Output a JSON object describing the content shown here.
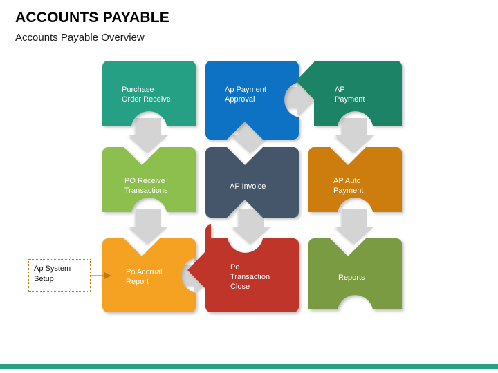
{
  "slide": {
    "title": "ACCOUNTS PAYABLE",
    "subtitle": "Accounts Payable Overview",
    "accent_color": "#2aa082",
    "background": "#ffffff"
  },
  "callout": {
    "label": "Ap System\nSetup",
    "border_color": "#c07a17",
    "arrow_color": "#c07a17"
  },
  "connector_color": "#d4d4d4",
  "diagram": {
    "type": "process-flow",
    "rows": 3,
    "columns": 3,
    "nodes": [
      {
        "id": "purchase-order-receive",
        "label": "Purchase\nOrder Receive",
        "color": "#25a084",
        "row": 1,
        "col": 1
      },
      {
        "id": "ap-payment-approval",
        "label": "Ap Payment\nApproval",
        "color": "#0b72c4",
        "row": 1,
        "col": 2
      },
      {
        "id": "ap-payment",
        "label": "AP\nPayment",
        "color": "#1a8366",
        "row": 1,
        "col": 3
      },
      {
        "id": "po-receive-transactions",
        "label": "PO Receive\nTransactions",
        "color": "#8cbf4d",
        "row": 2,
        "col": 1
      },
      {
        "id": "ap-invoice",
        "label": "AP Invoice",
        "color": "#44546a",
        "row": 2,
        "col": 2
      },
      {
        "id": "ap-auto-payment",
        "label": "AP Auto\nPayment",
        "color": "#cd7d10",
        "row": 2,
        "col": 3
      },
      {
        "id": "po-accrual-report",
        "label": "Po Accrual\nReport",
        "color": "#f5a122",
        "row": 3,
        "col": 1
      },
      {
        "id": "po-transaction-close",
        "label": "Po\nTransaction\nClose",
        "color": "#c0352b",
        "row": 3,
        "col": 2
      },
      {
        "id": "reports",
        "label": "Reports",
        "color": "#7a9b43",
        "row": 3,
        "col": 3
      }
    ]
  }
}
